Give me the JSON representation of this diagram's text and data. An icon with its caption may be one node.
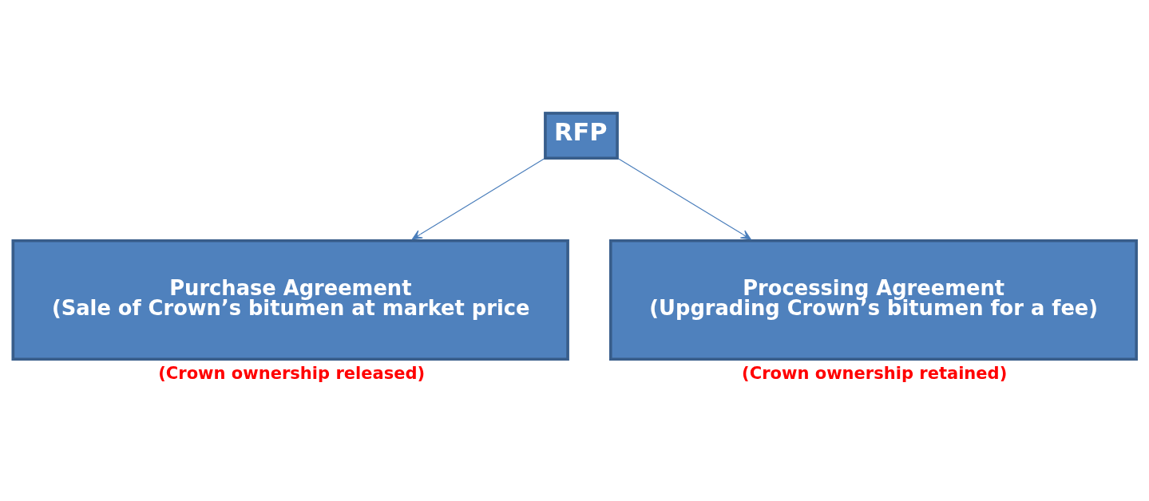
{
  "diagram": {
    "nodes": [
      {
        "text": [
          "RFP"
        ]
      },
      {
        "text": [
          "Purchase Agreement",
          "(Sale of Crown’s bitumen at market price"
        ],
        "beside": [
          "(Crown ownership released)"
        ]
      },
      {
        "text": [
          "Processing Agreement",
          "(Upgrading Crown’s bitumen for a fee)"
        ],
        "beside": [
          "(Crown ownership retained)"
        ]
      }
    ],
    "edges": [
      {
        "from": 0,
        "to": 1,
        "arrow": "to"
      },
      {
        "from": 0,
        "to": 2,
        "arrow": "to"
      }
    ]
  }
}
